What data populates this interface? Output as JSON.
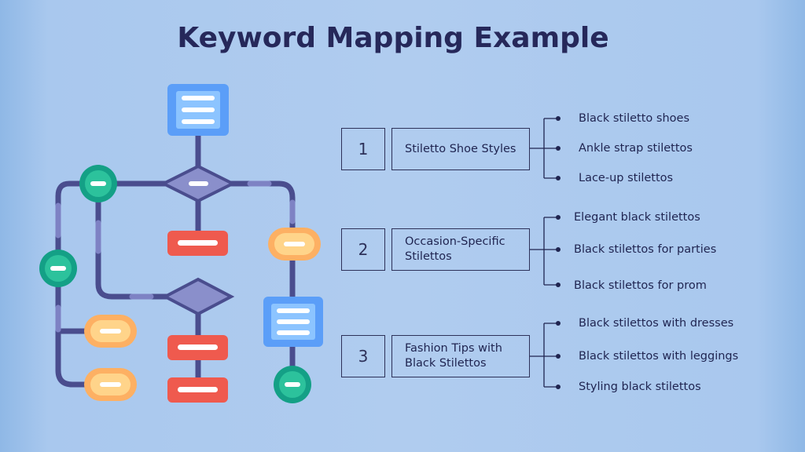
{
  "title": "Keyword Mapping Example",
  "colors": {
    "title": "#26285a",
    "line": "#4a4d8e",
    "line_light": "#7e82c4",
    "blue_box": "#5b9ef8",
    "diamond": "#8a8fcb",
    "red_pill": "#ef5a4e",
    "orange_pill": "#fdb063",
    "green_circle": "#14a086"
  },
  "categories": [
    {
      "number": "1",
      "label": "Stiletto Shoe Styles",
      "keywords": [
        "Black stiletto shoes",
        "Ankle strap stilettos",
        "Lace-up stilettos"
      ]
    },
    {
      "number": "2",
      "label": "Occasion-Specific Stilettos",
      "keywords": [
        "Elegant black stilettos",
        "Black stilettos for parties",
        "Black stilettos for prom"
      ]
    },
    {
      "number": "3",
      "label": "Fashion Tips with Black Stilettos",
      "keywords": [
        "Black stilettos with dresses",
        "Black stilettos with leggings",
        "Styling black stilettos"
      ]
    }
  ]
}
